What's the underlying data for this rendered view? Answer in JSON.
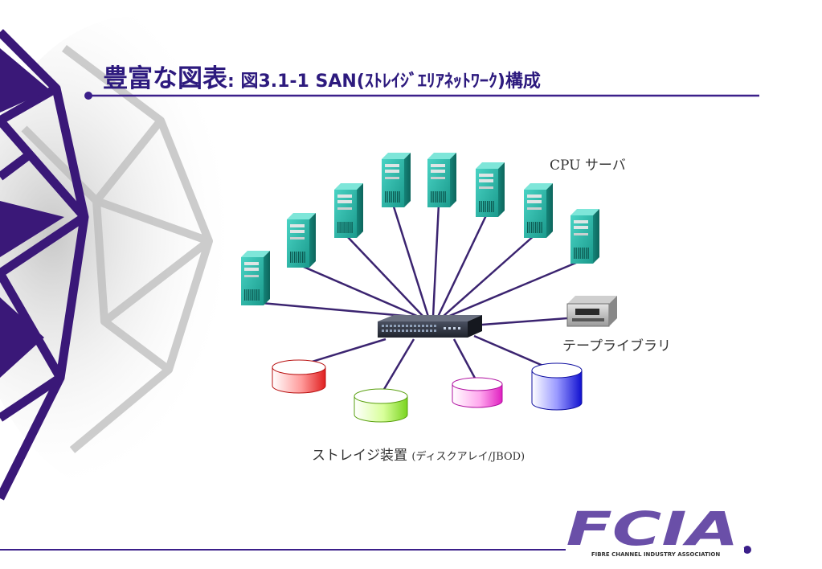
{
  "slide": {
    "title_main": "豊富な図表",
    "title_sub": ": 図3.1-1  SAN(ｽﾄﾚｲｼﾞｴﾘｱﾈｯﾄﾜｰｸ)構成"
  },
  "diagram": {
    "servers_label": "CPU サーバ",
    "tape_label": "テープライブラリ",
    "storage_label_main": "ストレイジ装置",
    "storage_label_sub": "(ディスクアレイ/JBOD)",
    "server_count": 8,
    "disk_count": 4
  },
  "logo": {
    "tagline": "FIBRE CHANNEL INDUSTRY ASSOCIATION"
  },
  "colors": {
    "title": "#2d1a7e",
    "rule": "#3b1f8a",
    "cable": "#3b2470",
    "server": "#2bb3a6",
    "disk_red": "#ff6666",
    "disk_green": "#b8f060",
    "disk_pink": "#ff77dd",
    "disk_blue": "#6666ff",
    "logo": "#6a4fa8"
  }
}
